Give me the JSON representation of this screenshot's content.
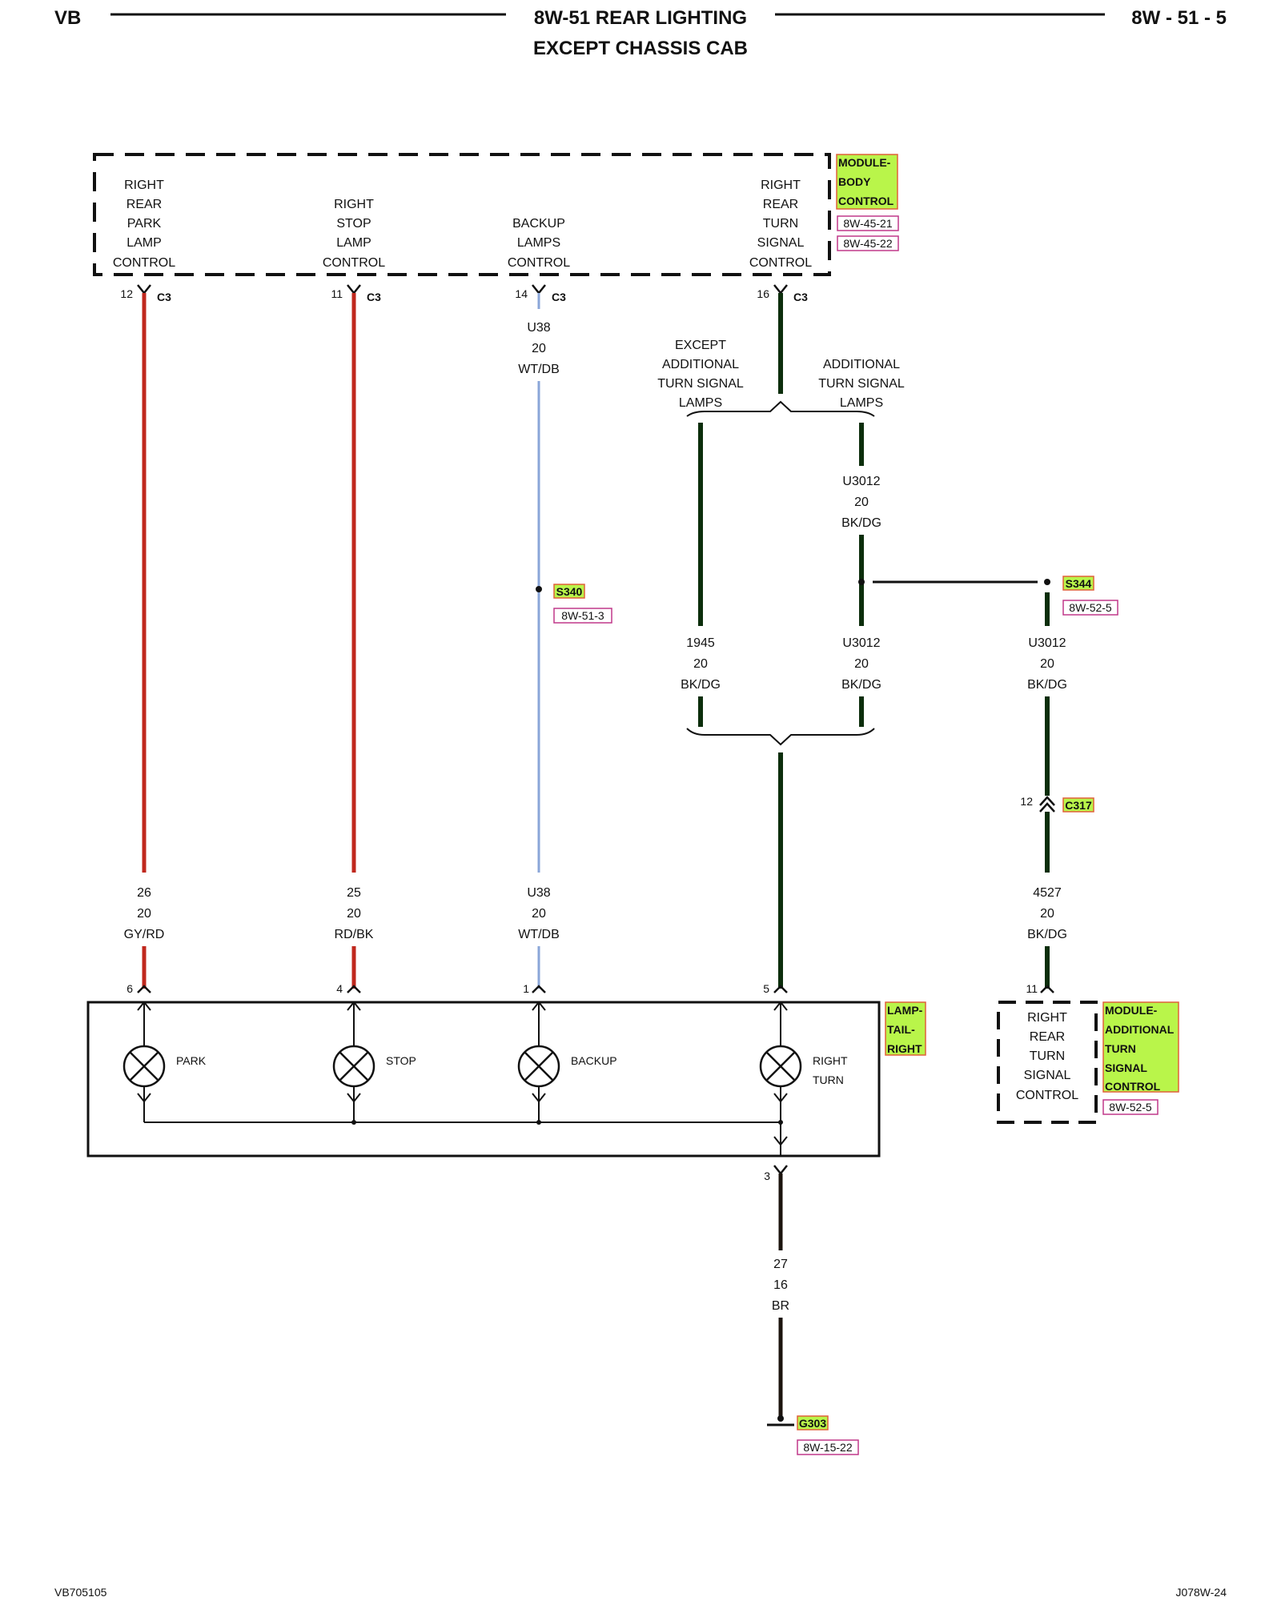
{
  "header": {
    "left": "VB",
    "title_line1": "8W-51 REAR LIGHTING",
    "title_line2": "EXCEPT CHASSIS CAB",
    "right": "8W - 51 - 5"
  },
  "footer": {
    "left": "VB705105",
    "right": "J078W-24"
  },
  "colors": {
    "wire_red": "#c0281e",
    "wire_blue": "#8aa6d8",
    "wire_green": "#0c2e0c",
    "wire_brown": "#1c140e",
    "tag_fill": "#b9f54a",
    "tag_border": "#e0603a",
    "ref_border": "#c0388a",
    "ref_text": "#2a2aa0"
  },
  "bcm": {
    "tag": [
      "MODULE-",
      "BODY",
      "CONTROL"
    ],
    "refs": [
      "8W-45-21",
      "8W-45-22"
    ],
    "functions": [
      {
        "lines": [
          "RIGHT",
          "REAR",
          "PARK",
          "LAMP",
          "CONTROL"
        ]
      },
      {
        "lines": [
          "RIGHT",
          "STOP",
          "LAMP",
          "CONTROL"
        ]
      },
      {
        "lines": [
          "BACKUP",
          "LAMPS",
          "CONTROL"
        ]
      },
      {
        "lines": [
          "RIGHT",
          "REAR",
          "TURN",
          "SIGNAL",
          "CONTROL"
        ]
      }
    ]
  },
  "bcm_pins": [
    {
      "pin": "12",
      "connector": "C3"
    },
    {
      "pin": "11",
      "connector": "C3"
    },
    {
      "pin": "14",
      "connector": "C3"
    },
    {
      "pin": "16",
      "connector": "C3"
    }
  ],
  "wires": {
    "u38_top": [
      "U38",
      "20",
      "WT/DB"
    ],
    "u3012_top": [
      "U3012",
      "20",
      "BK/DG"
    ],
    "w1945": [
      "1945",
      "20",
      "BK/DG"
    ],
    "u3012_mid": [
      "U3012",
      "20",
      "BK/DG"
    ],
    "u3012_right": [
      "U3012",
      "20",
      "BK/DG"
    ],
    "w26": [
      "26",
      "20",
      "GY/RD"
    ],
    "w25": [
      "25",
      "20",
      "RD/BK"
    ],
    "u38_bottom": [
      "U38",
      "20",
      "WT/DB"
    ],
    "w4527": [
      "4527",
      "20",
      "BK/DG"
    ],
    "w27": [
      "27",
      "16",
      "BR"
    ]
  },
  "branch_labels": {
    "except": [
      "EXCEPT",
      "ADDITIONAL",
      "TURN SIGNAL",
      "LAMPS"
    ],
    "additional": [
      "ADDITIONAL",
      "TURN SIGNAL",
      "LAMPS"
    ]
  },
  "splices": {
    "s340": {
      "tag": "S340",
      "ref": "8W-51-3"
    },
    "s344": {
      "tag": "S344",
      "ref": "8W-52-5"
    }
  },
  "c317": {
    "pin": "12",
    "tag": "C317"
  },
  "lamp": {
    "tag": [
      "LAMP-",
      "TAIL-",
      "RIGHT"
    ],
    "pins": [
      "6",
      "4",
      "1",
      "5"
    ],
    "bulbs": [
      {
        "lines": [
          "PARK"
        ]
      },
      {
        "lines": [
          "STOP"
        ]
      },
      {
        "lines": [
          "BACKUP"
        ]
      },
      {
        "lines": [
          "RIGHT",
          "TURN"
        ]
      }
    ],
    "ground_pin": "3"
  },
  "atsc": {
    "pin": "11",
    "tag": [
      "MODULE-",
      "ADDITIONAL",
      "TURN",
      "SIGNAL",
      "CONTROL"
    ],
    "ref": "8W-52-5",
    "function": [
      "RIGHT",
      "REAR",
      "TURN",
      "SIGNAL",
      "CONTROL"
    ]
  },
  "ground": {
    "tag": "G303",
    "ref": "8W-15-22"
  }
}
